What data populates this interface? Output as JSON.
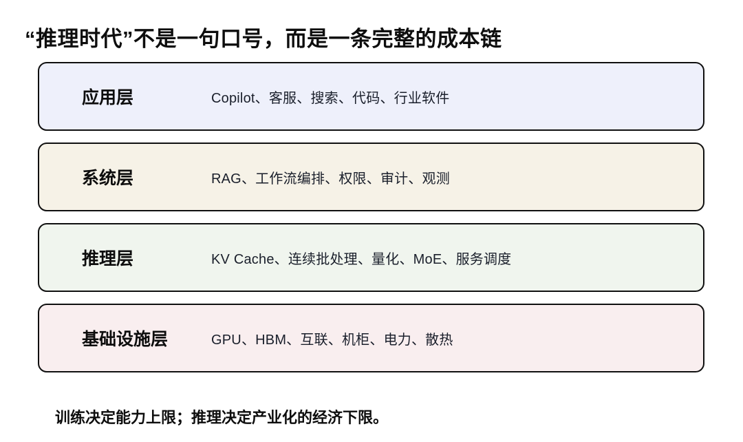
{
  "title": "“推理时代”不是一句口号，而是一条完整的成本链",
  "layers": [
    {
      "label": "应用层",
      "desc": "Copilot、客服、搜索、代码、行业软件",
      "fill": "#eef0fb",
      "border": "#0f0f0f",
      "key": "app"
    },
    {
      "label": "系统层",
      "desc": "RAG、工作流编排、权限、审计、观测",
      "fill": "#f6f2e7",
      "border": "#0f0f0f",
      "key": "system"
    },
    {
      "label": "推理层",
      "desc": "KV Cache、连续批处理、量化、MoE、服务调度",
      "fill": "#f0f5ee",
      "border": "#0f0f0f",
      "key": "inference"
    },
    {
      "label": "基础设施层",
      "desc": "GPU、HBM、互联、机柜、电力、散热",
      "fill": "#f9eeef",
      "border": "#0f0f0f",
      "key": "infra"
    }
  ],
  "footer": "训练决定能力上限；推理决定产业化的经济下限。",
  "colors": {
    "background": "#ffffff",
    "text": "#0d0d0d",
    "desc_text": "#1a1f2b"
  }
}
